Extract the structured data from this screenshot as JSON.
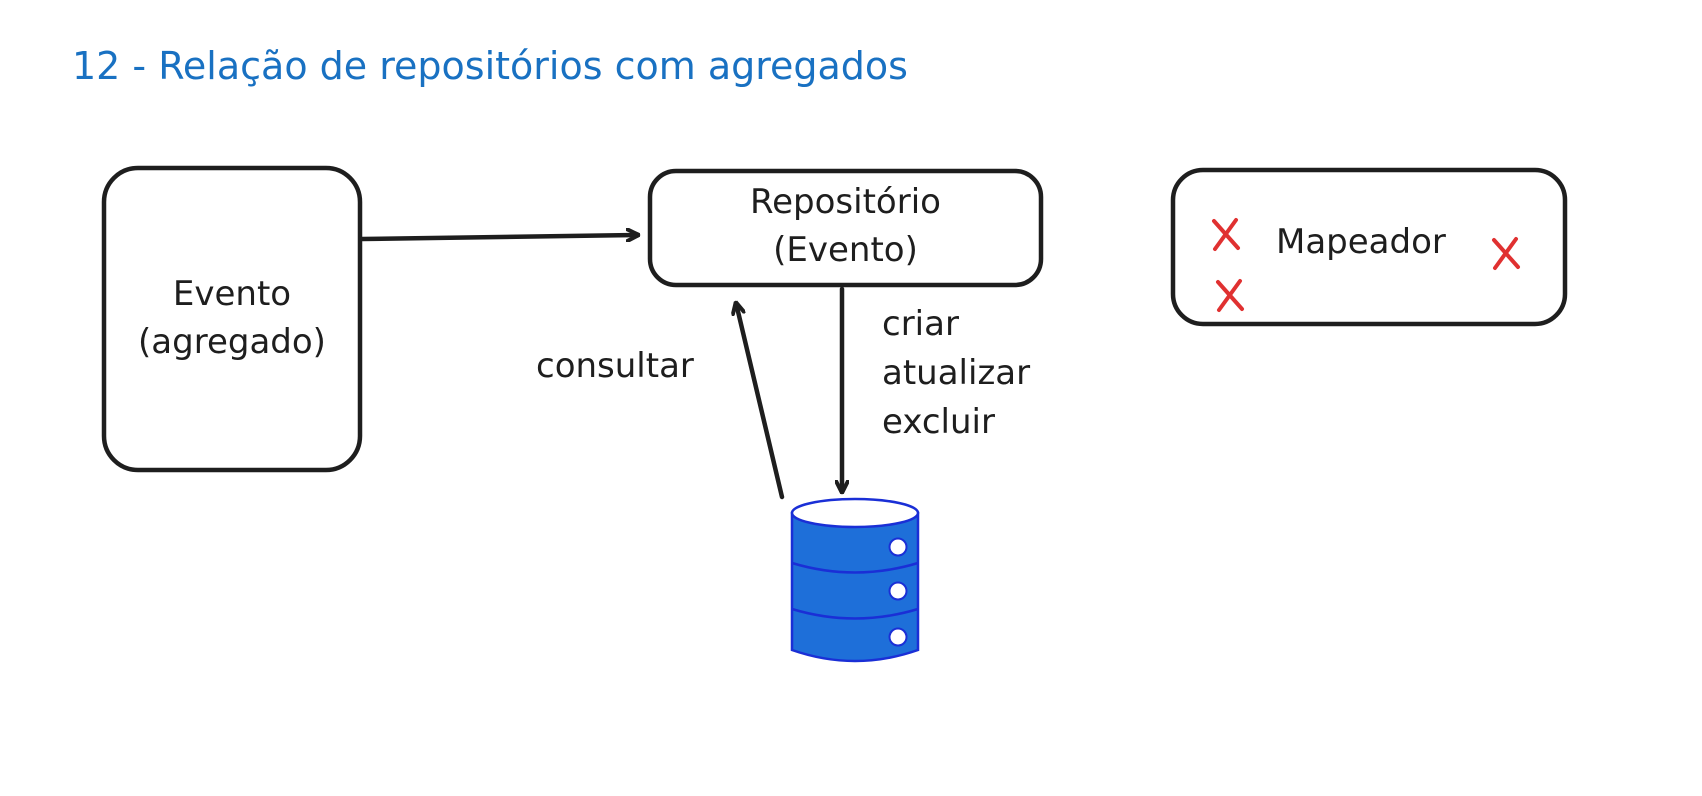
{
  "title": "12 - Relação de repositórios com agregados",
  "nodes": {
    "aggregate": {
      "line1": "Evento",
      "line2": "(agregado)"
    },
    "repository": {
      "line1": "Repositório",
      "line2": "(Evento)"
    },
    "mapper": {
      "label": "Mapeador"
    },
    "database": {
      "icon": "database-icon"
    }
  },
  "edges": {
    "query_label": "consultar",
    "write_labels": [
      "criar",
      "atualizar",
      "excluir"
    ]
  },
  "colors": {
    "title": "#1971c2",
    "stroke": "#1e1e1e",
    "database_fill": "#1e6fd9",
    "database_stroke": "#1a2fd6",
    "cross": "#e03131"
  }
}
